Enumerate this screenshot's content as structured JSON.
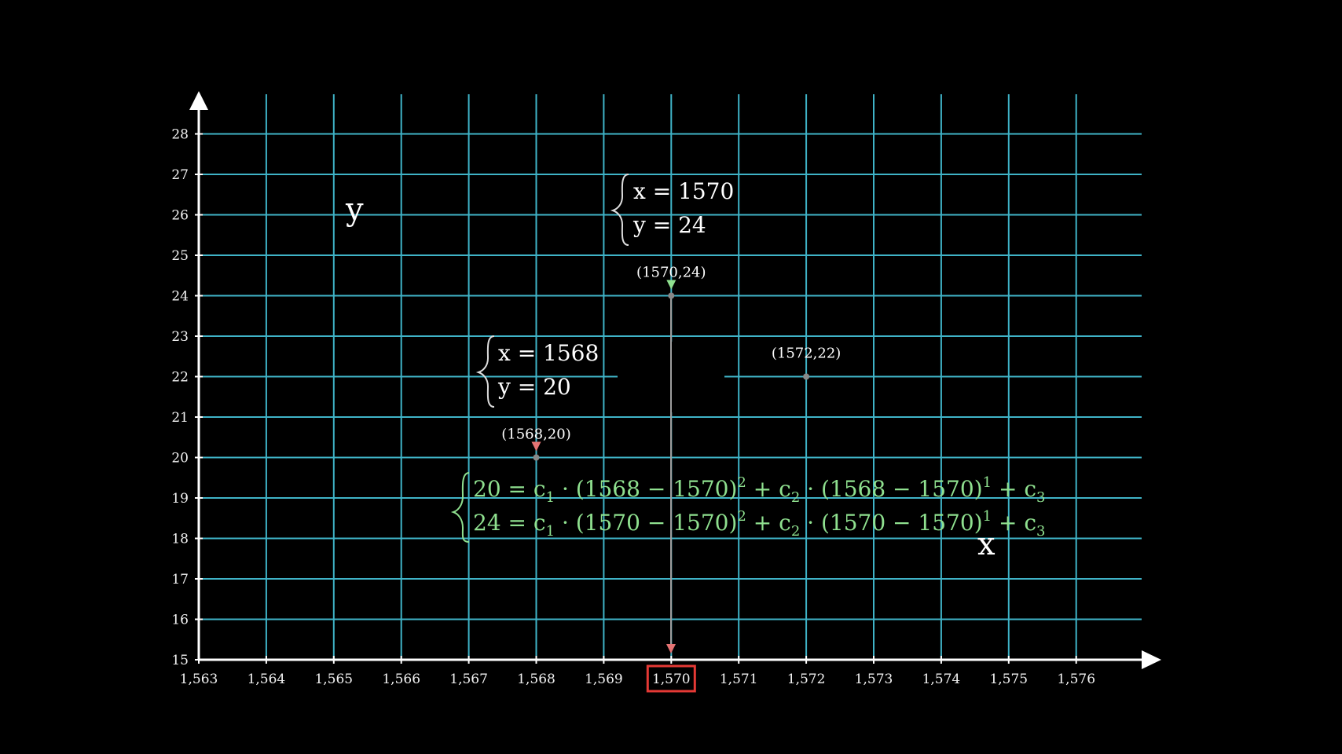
{
  "axes": {
    "x_name": "x",
    "y_name": "y",
    "x_range": [
      1563,
      1576
    ],
    "y_range": [
      15,
      28
    ],
    "x_ticks": [
      "1,563",
      "1,564",
      "1,565",
      "1,566",
      "1,567",
      "1,568",
      "1,569",
      "1,570",
      "1,571",
      "1,572",
      "1,573",
      "1,574",
      "1,575",
      "1,576"
    ],
    "y_ticks": [
      "15",
      "16",
      "17",
      "18",
      "19",
      "20",
      "21",
      "22",
      "23",
      "24",
      "25",
      "26",
      "27",
      "28"
    ],
    "highlighted_x_tick": "1,570",
    "grid": true
  },
  "points": [
    {
      "x": 1568,
      "y": 20,
      "label": "(1568,20)"
    },
    {
      "x": 1570,
      "y": 24,
      "label": "(1570,24)"
    },
    {
      "x": 1572,
      "y": 22,
      "label": "(1572,22)"
    }
  ],
  "systems": {
    "point_1570": {
      "line1": "x = 1570",
      "line2": "y = 24"
    },
    "point_1568": {
      "line1": "x = 1568",
      "line2": "y = 20"
    }
  },
  "equations": {
    "eq1": {
      "lhs": "20",
      "a": "1568",
      "b": "1570",
      "p1": "2",
      "p2": "1"
    },
    "eq2": {
      "lhs": "24",
      "a": "1570",
      "b": "1570",
      "p1": "2",
      "p2": "1"
    }
  },
  "colors": {
    "background": "#000000",
    "grid": "#3fb3c7",
    "axis": "#ffffff",
    "equation": "#8fe08f",
    "highlight": "#e53935",
    "marker": "#e57373"
  }
}
